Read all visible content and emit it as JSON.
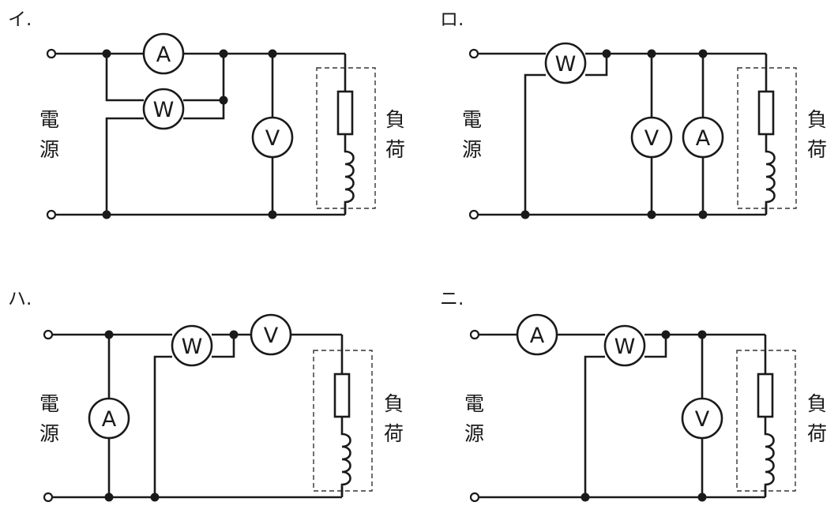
{
  "panels": [
    {
      "label": "イ.",
      "source_label": [
        "電",
        "源"
      ],
      "load_label": [
        "負",
        "荷"
      ]
    },
    {
      "label": "ロ.",
      "source_label": [
        "電",
        "源"
      ],
      "load_label": [
        "負",
        "荷"
      ]
    },
    {
      "label": "ハ.",
      "source_label": [
        "電",
        "源"
      ],
      "load_label": [
        "負",
        "荷"
      ]
    },
    {
      "label": "ニ.",
      "source_label": [
        "電",
        "源"
      ],
      "load_label": [
        "負",
        "荷"
      ]
    }
  ],
  "meters": {
    "ammeter": "A",
    "wattmeter": "W",
    "voltmeter": "V"
  }
}
